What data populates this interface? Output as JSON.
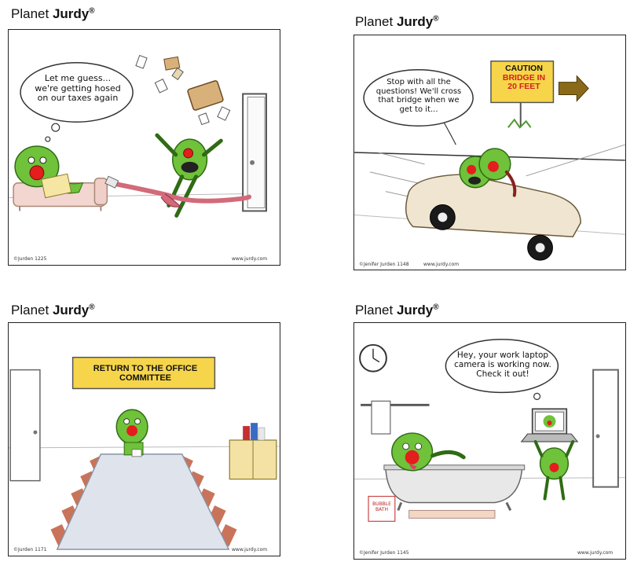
{
  "comics": [
    {
      "heading_prefix": "Planet ",
      "heading_brand": "Jurdy",
      "heading_mark": "®",
      "bubble_lines": [
        "Let me guess...",
        "we're getting hosed",
        "on our taxes again"
      ],
      "credit": "©Jurden 1225",
      "website": "www.jurdy.com"
    },
    {
      "heading_prefix": "Planet ",
      "heading_brand": "Jurdy",
      "heading_mark": "®",
      "bubble_lines": [
        "Stop with all the",
        "questions! We'll cross",
        "that bridge when we",
        "get to it..."
      ],
      "sign_lines": [
        "CAUTION",
        "BRIDGE IN",
        "20 FEET"
      ],
      "credit": "©Jenifer Jurden 1148",
      "website": "www.jurdy.com"
    },
    {
      "heading_prefix": "Planet ",
      "heading_brand": "Jurdy",
      "heading_mark": "®",
      "sign_lines": [
        "RETURN TO THE OFFICE",
        "COMMITTEE"
      ],
      "credit": "©Jurden 1171",
      "website": "www.jurdy.com"
    },
    {
      "heading_prefix": "Planet ",
      "heading_brand": "Jurdy",
      "heading_mark": "®",
      "bubble_lines": [
        "Hey, your work laptop",
        "camera is working now.",
        "Check it out!"
      ],
      "box_lines": [
        "BUBBLE",
        "BATH"
      ],
      "credit": "©Jenifer Jurden 1145",
      "website": "www.jurdy.com"
    }
  ],
  "colors": {
    "creature_green": "#6fc23a",
    "nose_red": "#e41d1d",
    "sign_yellow": "#f7d54a",
    "sign_red": "#d42020",
    "table_blue": "#dfe4ec",
    "chair_brown": "#c9735a"
  }
}
